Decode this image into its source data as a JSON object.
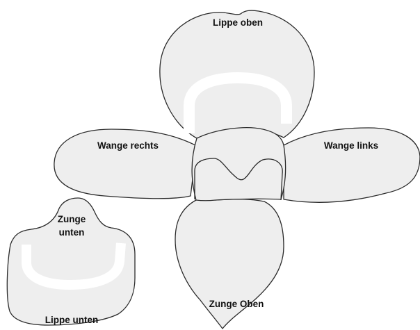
{
  "labels": {
    "lippe_oben": "Lippe oben",
    "wange_rechts": "Wange rechts",
    "wange_links": "Wange links",
    "zunge_unten_line1": "Zunge",
    "zunge_unten_line2": "unten",
    "zunge_oben": "Zunge Oben",
    "lippe_unten": "Lippe unten"
  },
  "colors": {
    "fill": "#eeeeee",
    "stroke": "#2a2a2a",
    "highlight": "#ffffff",
    "background": "#ffffff"
  }
}
